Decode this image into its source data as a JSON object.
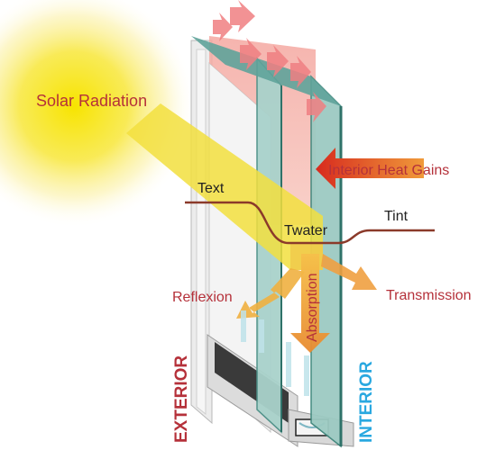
{
  "labels": {
    "solar_radiation": "Solar Radiation",
    "interior_heat_gains": "Interior Heat Gains",
    "text": "Text",
    "twater": "Twater",
    "tint": "Tint",
    "reflexion": "Reflexion",
    "absorption": "Absorption",
    "transmission": "Transmission",
    "exterior": "EXTERIOR",
    "interior": "INTERIOR"
  },
  "colors": {
    "label_red": "#b5313a",
    "exterior_red": "#b5313a",
    "interior_blue": "#29a8e0",
    "sun_yellow": "#f6e200",
    "beam_yellow": "#f3e03a",
    "arrow_orange": "#f0a040",
    "heat_red": "#e24a2e",
    "glass_green": "#5fa39a",
    "temp_curve": "#8b3a2a"
  },
  "icons": [
    "sun-icon",
    "window-frame-icon"
  ]
}
